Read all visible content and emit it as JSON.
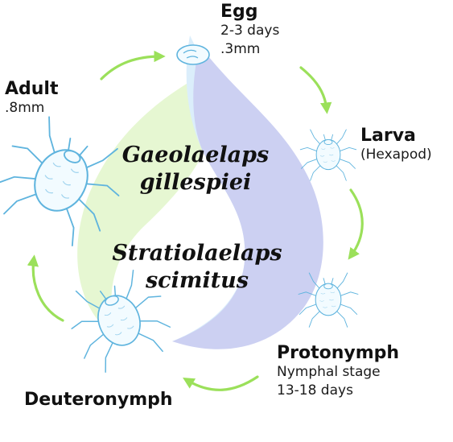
{
  "species": {
    "first": {
      "line1": "Gaeolaelaps",
      "line2": "gillespiei"
    },
    "second": {
      "line1": "Stratiolaelaps",
      "line2": "scimitus"
    }
  },
  "stages": {
    "egg": {
      "name": "Egg",
      "line1": "2-3 days",
      "line2": ".3mm"
    },
    "larva": {
      "name": "Larva",
      "line1": "(Hexapod)"
    },
    "protonymph": {
      "name": "Protonymph",
      "line1": "Nymphal stage",
      "line2": "13-18 days"
    },
    "deuteronymph": {
      "name": "Deuteronymph"
    },
    "adult": {
      "name": "Adult",
      "line1": ".8mm"
    }
  },
  "colors": {
    "arrow": "#9be05a",
    "mite_outline": "#5fb4de",
    "mite_fill": "#f2fbff",
    "swirl_green": "#e6f7d2",
    "swirl_lightblue": "#dbeefb",
    "swirl_lavender": "#ccd0f2"
  },
  "icons": [
    "egg-icon",
    "larva-mite-icon",
    "protonymph-mite-icon",
    "deuteronymph-mite-icon",
    "adult-mite-icon",
    "cycle-arrow-icon"
  ]
}
